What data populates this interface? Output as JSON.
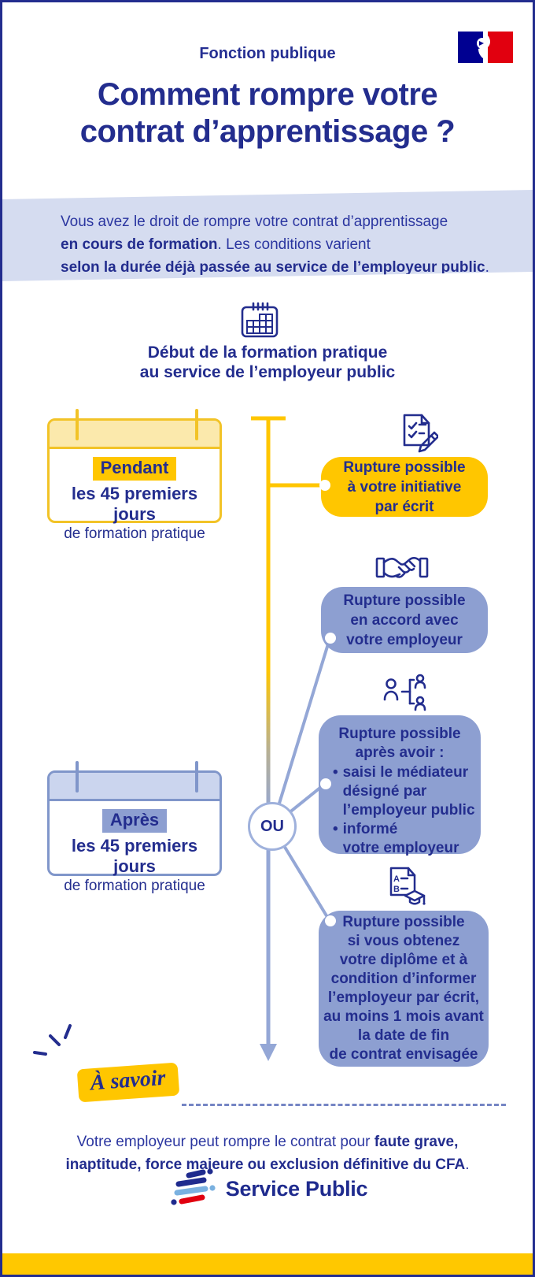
{
  "colors": {
    "navy": "#232d8e",
    "body_blue": "#2b36a0",
    "yellow": "#ffc600",
    "card_yellow_border": "#f2c327",
    "card_yellow_band": "#fbe9ac",
    "periwinkle": "#8d9fd1",
    "card_blue_border": "#8096ca",
    "card_blue_band": "#cbd5ee",
    "intro_band": "#d5dcf0",
    "timeline_blue": "#94a7d6",
    "ou_border": "#9fb1dc",
    "dash_rule": "#7585c4",
    "bottom_bar": "#ffc800",
    "flag_blue": "#000091",
    "flag_red": "#e1000f",
    "logo_light_blue": "#7ab1e0",
    "logo_red": "#e1000f"
  },
  "header": {
    "eyebrow": "Fonction publique",
    "title": "Comment rompre votre\ncontrat d’apprentissage ?"
  },
  "intro": {
    "line1": "Vous avez le droit de rompre votre contrat d’apprentissage",
    "line2_bold": "en cours de formation",
    "line2_regular": ". Les conditions varient",
    "line3_bold": "selon la durée déjà passée au service de l’employeur public",
    "line3_regular": "."
  },
  "timeline": {
    "start_label": "Début de la formation pratique\nau service de l’employeur public",
    "or_label": "OU"
  },
  "cards": {
    "pendant": {
      "highlight": "Pendant",
      "line_bold": "les 45 premiers jours",
      "line_regular": "de formation pratique"
    },
    "apres": {
      "highlight": "Après",
      "line_bold": "les 45 premiers jours",
      "line_regular": "de formation pratique"
    }
  },
  "bubbles": {
    "initiative": {
      "text": "Rupture possible\nà votre initiative\npar écrit"
    },
    "accord": {
      "text": "Rupture possible\nen accord avec\nvotre employeur"
    },
    "mediateur": {
      "intro": "Rupture possible\naprès avoir :",
      "bullet1": "saisi le médiateur\ndésigné par\nl’employeur public",
      "bullet2": "informé\nvotre employeur"
    },
    "diplome": {
      "text": "Rupture possible\nsi vous obtenez\nvotre diplôme et à\ncondition d’informer\nl’employeur par écrit,\nau moins 1 mois avant\nla date de fin\nde contrat envisagée"
    }
  },
  "note": {
    "badge": "À savoir",
    "text_regular": "Votre employeur peut rompre le contrat pour ",
    "text_bold": "faute grave,\ninaptitude, force majeure ou exclusion définitive du CFA",
    "text_end": "."
  },
  "footer": {
    "brand": "Service Public"
  },
  "icons": {
    "bullet_char": "•",
    "report_card_grade_a": "A",
    "report_card_grade_b": "B",
    "calendar": "calendar-grid-icon",
    "written_request": "document-check-pencil-icon",
    "agreement": "handshake-icon",
    "mediation": "mediator-people-icon",
    "diploma": "report-card-graduation-icon",
    "brand_mark": "service-public-mark",
    "flag": "republique-francaise-flag"
  }
}
